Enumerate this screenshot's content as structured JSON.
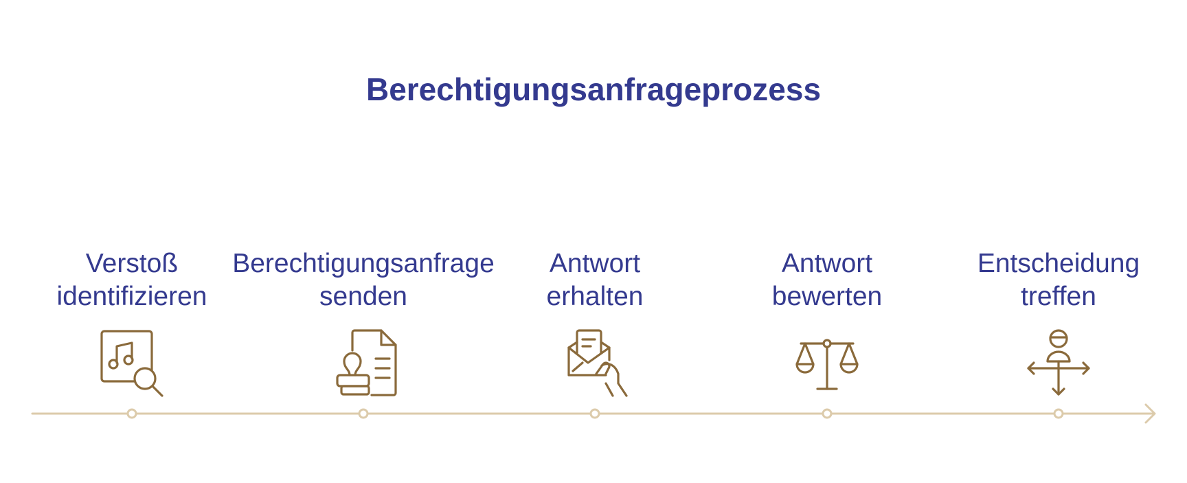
{
  "title": "Berechtigungsanfrageprozess",
  "colors": {
    "title": "#343a8f",
    "label": "#343a8f",
    "icon": "#8a6a3b",
    "timeline": "#dccbab"
  },
  "steps": [
    {
      "line1": "Verstoß",
      "line2": "identifizieren",
      "icon": "music-document-search-icon"
    },
    {
      "line1": "Berechtigungsanfrage",
      "line2": "senden",
      "icon": "stamp-document-icon"
    },
    {
      "line1": "Antwort",
      "line2": "erhalten",
      "icon": "hand-envelope-icon"
    },
    {
      "line1": "Antwort",
      "line2": "bewerten",
      "icon": "balance-scale-icon"
    },
    {
      "line1": "Entscheidung",
      "line2": "treffen",
      "icon": "person-crossroads-icon"
    }
  ]
}
